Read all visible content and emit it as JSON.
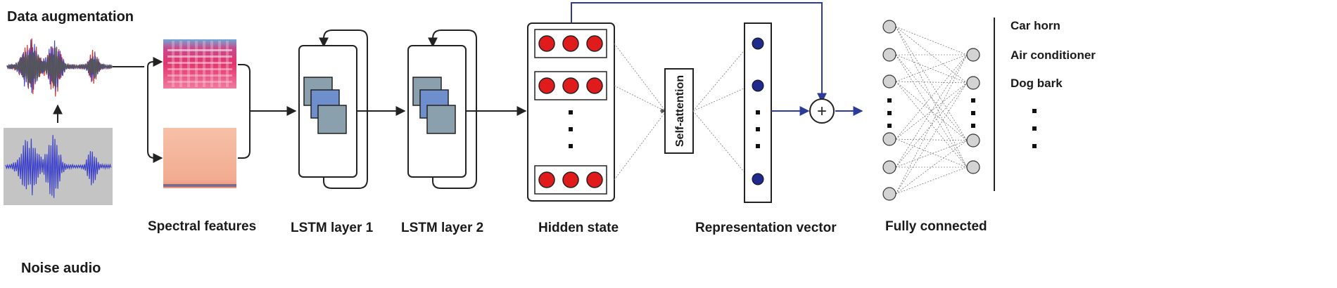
{
  "labels": {
    "data_augmentation": "Data augmentation",
    "noise_audio": "Noise audio",
    "spectral_features": "Spectral features",
    "lstm_layer_1": "LSTM layer 1",
    "lstm_layer_2": "LSTM layer 2",
    "hidden_state": "Hidden state",
    "self_attention": "Self-attention",
    "representation_vector": "Representation vector",
    "fully_connected": "Fully connected",
    "plus_symbol": "+"
  },
  "classes": [
    "Car horn",
    "Air conditioner",
    "Dog bark"
  ],
  "colors": {
    "hidden_node": "#e01b1b",
    "rep_node": "#1f2a8c",
    "fc_node": "#d3d3d3",
    "lstm_square": "#8aa0ac",
    "lstm_square_mid": "#6f8fcc",
    "connector_blue": "#2c3a9a",
    "waveform_blue": "#3b3fc9",
    "waveform_red": "#d6302a",
    "waveform_gray": "#555555",
    "noise_bg": "#c4c4c4",
    "spectrogram_pink": "#e4346e",
    "spectrogram_peach": "#f3b39b"
  }
}
